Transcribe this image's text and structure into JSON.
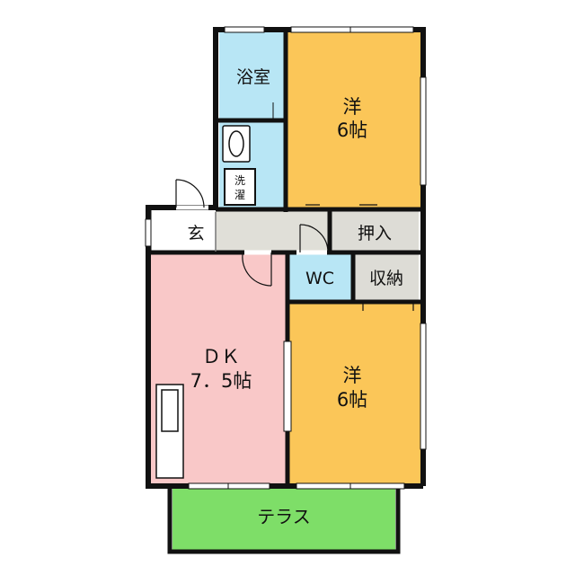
{
  "rooms": {
    "bath": {
      "label": "浴室"
    },
    "western_top": {
      "line1": "洋",
      "line2": "6帖"
    },
    "washer": {
      "line1": "洗",
      "line2": "濯"
    },
    "entrance": {
      "label": "玄"
    },
    "closet": {
      "label": "押入"
    },
    "wc": {
      "label": "WC"
    },
    "storage": {
      "label": "収納"
    },
    "dk": {
      "line1": "ＤＫ",
      "line2": "7．5帖"
    },
    "western_bottom": {
      "line1": "洋",
      "line2": "6帖"
    },
    "terrace": {
      "label": "テラス"
    }
  },
  "colors": {
    "western": "#fbc658",
    "dk": "#f9c8c8",
    "wet": "#b8e6f5",
    "storage": "#dddcd6",
    "hall": "#e0dfd8",
    "terrace": "#7ede68",
    "wall": "#111111"
  }
}
